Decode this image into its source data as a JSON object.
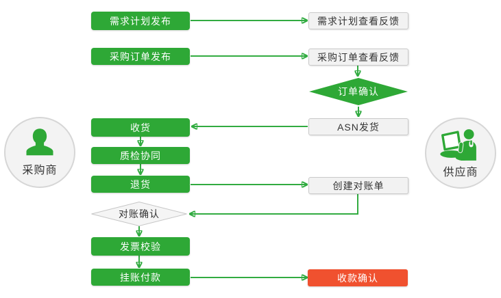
{
  "diagram": {
    "title": "buyer-supplier procurement collaboration flowchart",
    "actors": {
      "buyer": {
        "label": "采购商"
      },
      "supplier": {
        "label": "供应商"
      }
    },
    "nodes": {
      "demand_plan_publish": {
        "label": "需求计划发布",
        "type": "process",
        "lane": "buyer"
      },
      "demand_plan_feedback": {
        "label": "需求计划查看反馈",
        "type": "process",
        "lane": "supplier"
      },
      "po_publish": {
        "label": "采购订单发布",
        "type": "process",
        "lane": "buyer"
      },
      "po_feedback": {
        "label": "采购订单查看反馈",
        "type": "process",
        "lane": "supplier"
      },
      "order_confirm": {
        "label": "订单确认",
        "type": "decision",
        "lane": "supplier"
      },
      "asn_ship": {
        "label": "ASN发货",
        "type": "process",
        "lane": "supplier"
      },
      "receive": {
        "label": "收货",
        "type": "process",
        "lane": "buyer"
      },
      "quality_collab": {
        "label": "质检协同",
        "type": "process",
        "lane": "buyer"
      },
      "return_goods": {
        "label": "退货",
        "type": "process",
        "lane": "buyer"
      },
      "create_statement": {
        "label": "创建对账单",
        "type": "process",
        "lane": "supplier"
      },
      "statement_confirm": {
        "label": "对账确认",
        "type": "decision",
        "lane": "buyer"
      },
      "invoice_check": {
        "label": "发票校验",
        "type": "process",
        "lane": "buyer"
      },
      "book_payment": {
        "label": "挂账付款",
        "type": "process",
        "lane": "buyer"
      },
      "receipt_confirm": {
        "label": "收款确认",
        "type": "process",
        "lane": "supplier"
      }
    },
    "edges": [
      {
        "from": "demand_plan_publish",
        "to": "demand_plan_feedback"
      },
      {
        "from": "po_publish",
        "to": "po_feedback"
      },
      {
        "from": "po_feedback",
        "to": "order_confirm"
      },
      {
        "from": "order_confirm",
        "to": "asn_ship"
      },
      {
        "from": "asn_ship",
        "to": "receive"
      },
      {
        "from": "receive",
        "to": "quality_collab"
      },
      {
        "from": "quality_collab",
        "to": "return_goods"
      },
      {
        "from": "return_goods",
        "to": "create_statement"
      },
      {
        "from": "create_statement",
        "to": "statement_confirm"
      },
      {
        "from": "statement_confirm",
        "to": "invoice_check"
      },
      {
        "from": "invoice_check",
        "to": "book_payment"
      },
      {
        "from": "book_payment",
        "to": "receipt_confirm"
      }
    ],
    "colors": {
      "process_green": "#2ea836",
      "arrow_green": "#31ab40",
      "alert_red": "#f0512f",
      "neutral_fill": "#f2f2f2",
      "neutral_border": "#c9c9c9"
    }
  }
}
